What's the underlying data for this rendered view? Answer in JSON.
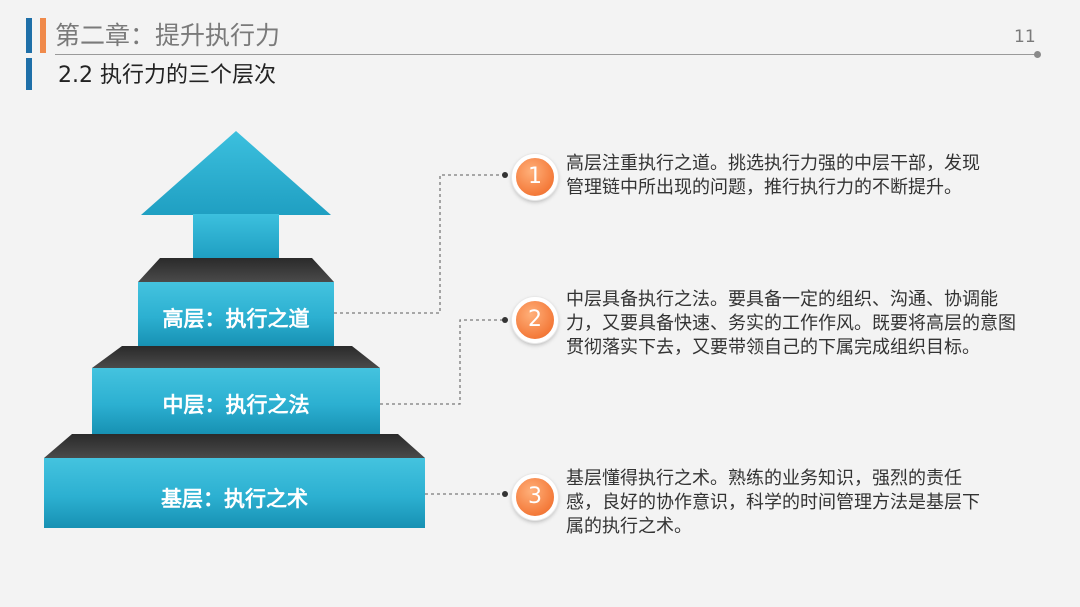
{
  "header": {
    "chapter_title": "第二章：提升执行力",
    "page_number": "11",
    "section_title": "2.2 执行力的三个层次"
  },
  "pyramid": {
    "tiers": [
      {
        "label": "高层：执行之道"
      },
      {
        "label": "中层：执行之法"
      },
      {
        "label": "基层：执行之术"
      }
    ]
  },
  "items": [
    {
      "number": "1",
      "text": "高层注重执行之道。挑选执行力强的中层干部，发现管理链中所出现的问题，推行执行力的不断提升。"
    },
    {
      "number": "2",
      "text": "中层具备执行之法。要具备一定的组织、沟通、协调能力，又要具备快速、务实的工作作风。既要将高层的意图贯彻落实下去，又要带领自己的下属完成组织目标。"
    },
    {
      "number": "3",
      "text": "基层懂得执行之术。熟练的业务知识，强烈的责任感，良好的协作意识，科学的时间管理方法是基层下属的执行之术。"
    }
  ],
  "colors": {
    "accent_blue": "#1e6fa8",
    "accent_orange": "#f08a4b",
    "tier_fill": "#2fb4d4",
    "step_dark": "#3b3b3b"
  }
}
